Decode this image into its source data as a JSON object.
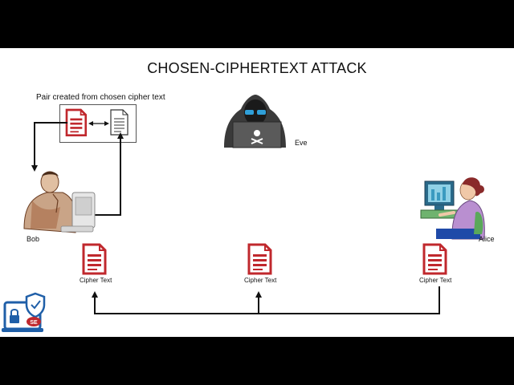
{
  "title": "CHOSEN-CIPHERTEXT ATTACK",
  "pair_caption": "Pair created from chosen cipher text",
  "actors": {
    "eve": "Eve",
    "bob": "Bob",
    "alice": "Alice"
  },
  "cipher_labels": [
    "Cipher Text",
    "Cipher Text",
    "Cipher Text"
  ],
  "logo_text": "SE",
  "colors": {
    "doc_red": "#c0282d",
    "arrow": "#111111",
    "hoodie": "#3a3a3a",
    "shield": "#1f5fa8"
  }
}
